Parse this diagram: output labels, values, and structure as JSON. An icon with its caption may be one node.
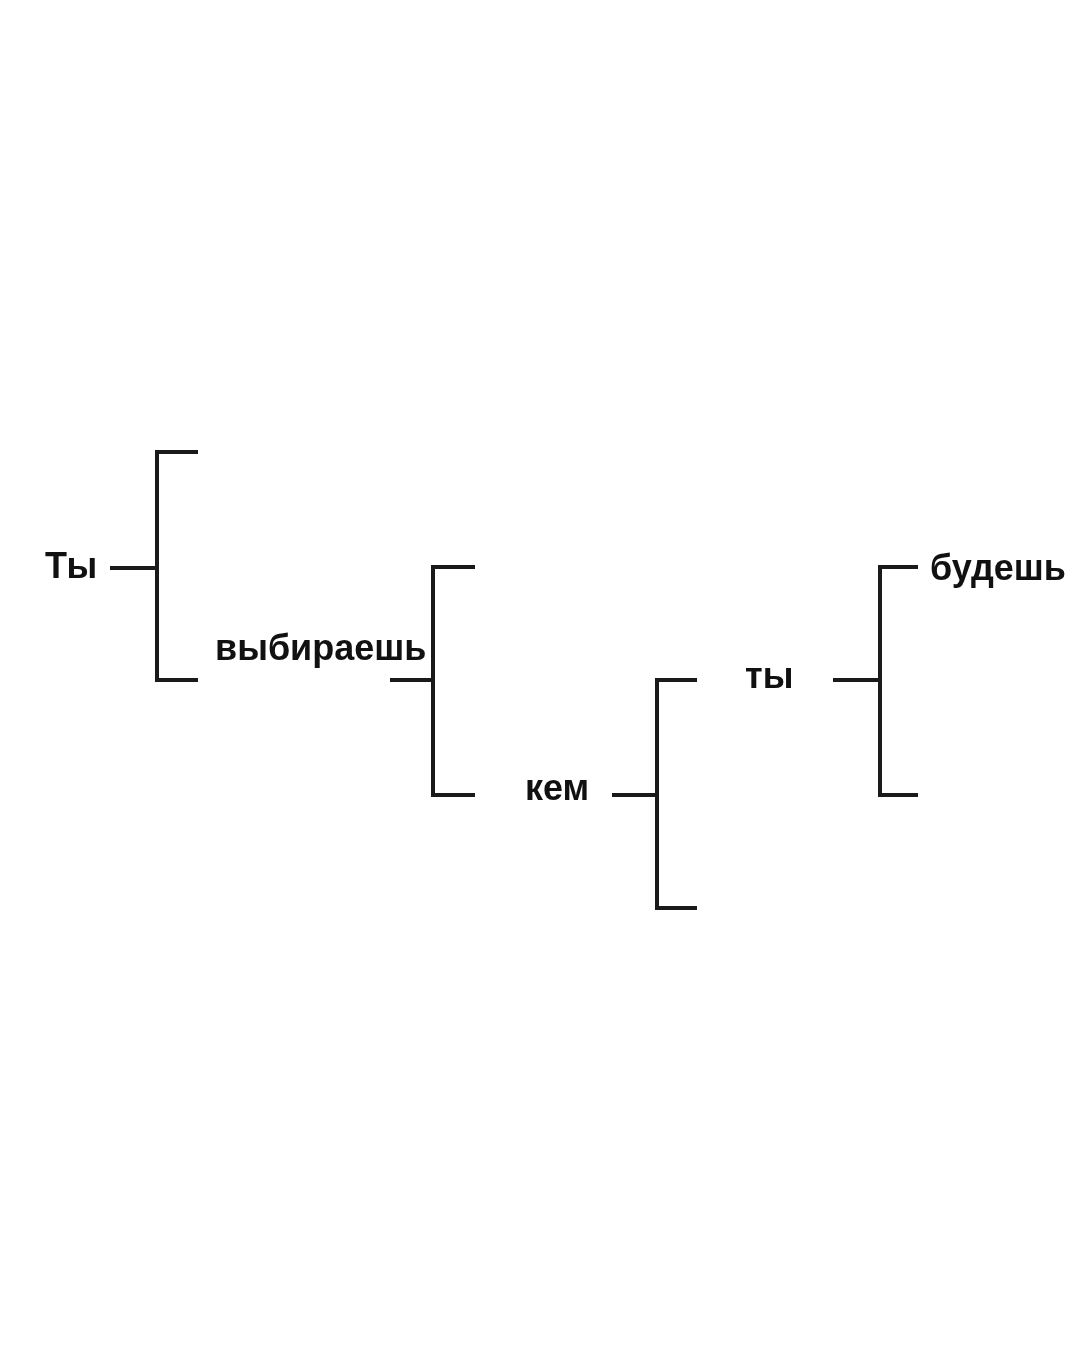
{
  "diagram": {
    "nodes": [
      {
        "text": [
          "Ты"
        ]
      },
      {
        "text": [
          "выбираешь"
        ]
      },
      {
        "text": [
          "кем"
        ]
      },
      {
        "text": [
          "ты"
        ]
      },
      {
        "text": [
          "будешь"
        ]
      }
    ],
    "edges": [
      {
        "from": 0,
        "to": null,
        "arrow": "none"
      },
      {
        "from": 0,
        "to": 1,
        "arrow": "none"
      },
      {
        "from": 1,
        "to": null,
        "arrow": "none"
      },
      {
        "from": 1,
        "to": 2,
        "arrow": "none"
      },
      {
        "from": 2,
        "to": 3,
        "arrow": "none"
      },
      {
        "from": 2,
        "to": null,
        "arrow": "none"
      },
      {
        "from": 3,
        "to": 4,
        "arrow": "none"
      },
      {
        "from": 3,
        "to": null,
        "arrow": "none"
      }
    ]
  }
}
